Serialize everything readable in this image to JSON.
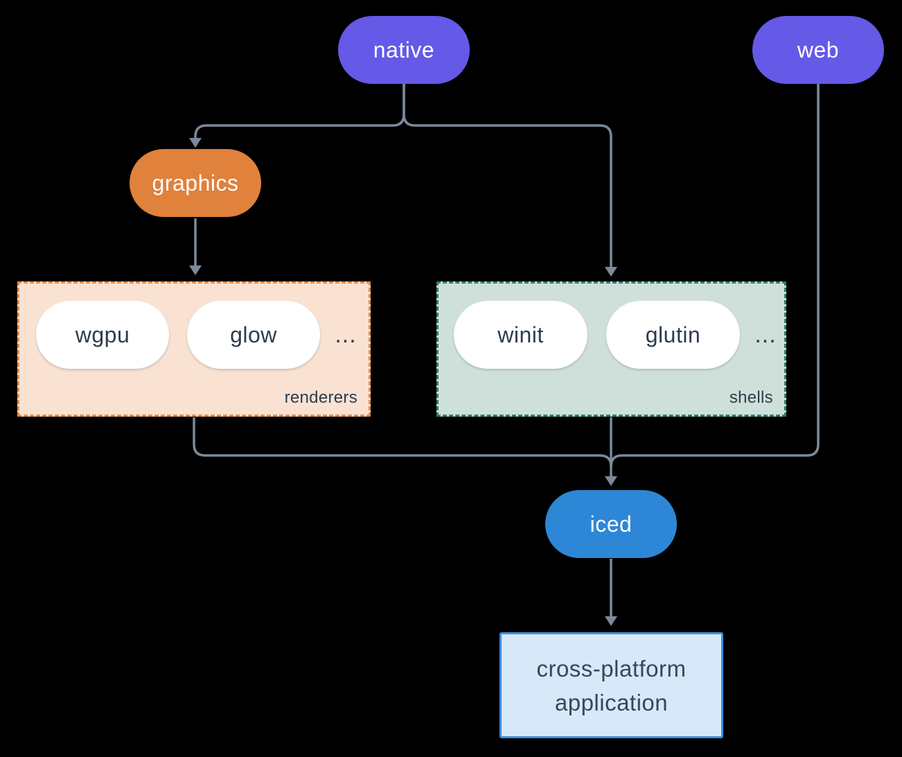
{
  "diagram": {
    "nodes": {
      "native": {
        "label": "native",
        "color": "#6559E8"
      },
      "web": {
        "label": "web",
        "color": "#6559E8"
      },
      "graphics": {
        "label": "graphics",
        "color": "#E0813C"
      },
      "iced": {
        "label": "iced",
        "color": "#2E87D6"
      },
      "application": {
        "label_line_1": "cross-platform",
        "label_line_2": "application",
        "fill": "#D7E8F8",
        "border": "#3E8FD9"
      }
    },
    "groups": {
      "renderers": {
        "label": "renderers",
        "items": [
          {
            "label": "wgpu"
          },
          {
            "label": "glow"
          }
        ],
        "ellipsis": "...",
        "fill": "#F9E2D2",
        "border": "#E78B45"
      },
      "shells": {
        "label": "shells",
        "items": [
          {
            "label": "winit"
          },
          {
            "label": "glutin"
          }
        ],
        "ellipsis": "...",
        "fill": "#CFE0DA",
        "border": "#2F7D6B"
      }
    },
    "edges": [
      {
        "from": "native",
        "to": "graphics"
      },
      {
        "from": "native",
        "to": "shells"
      },
      {
        "from": "graphics",
        "to": "renderers"
      },
      {
        "from": "renderers",
        "to": "iced"
      },
      {
        "from": "shells",
        "to": "iced"
      },
      {
        "from": "web",
        "to": "iced"
      },
      {
        "from": "iced",
        "to": "application"
      }
    ],
    "connector_color": "#7B8A9B",
    "background_color": "#000000"
  }
}
